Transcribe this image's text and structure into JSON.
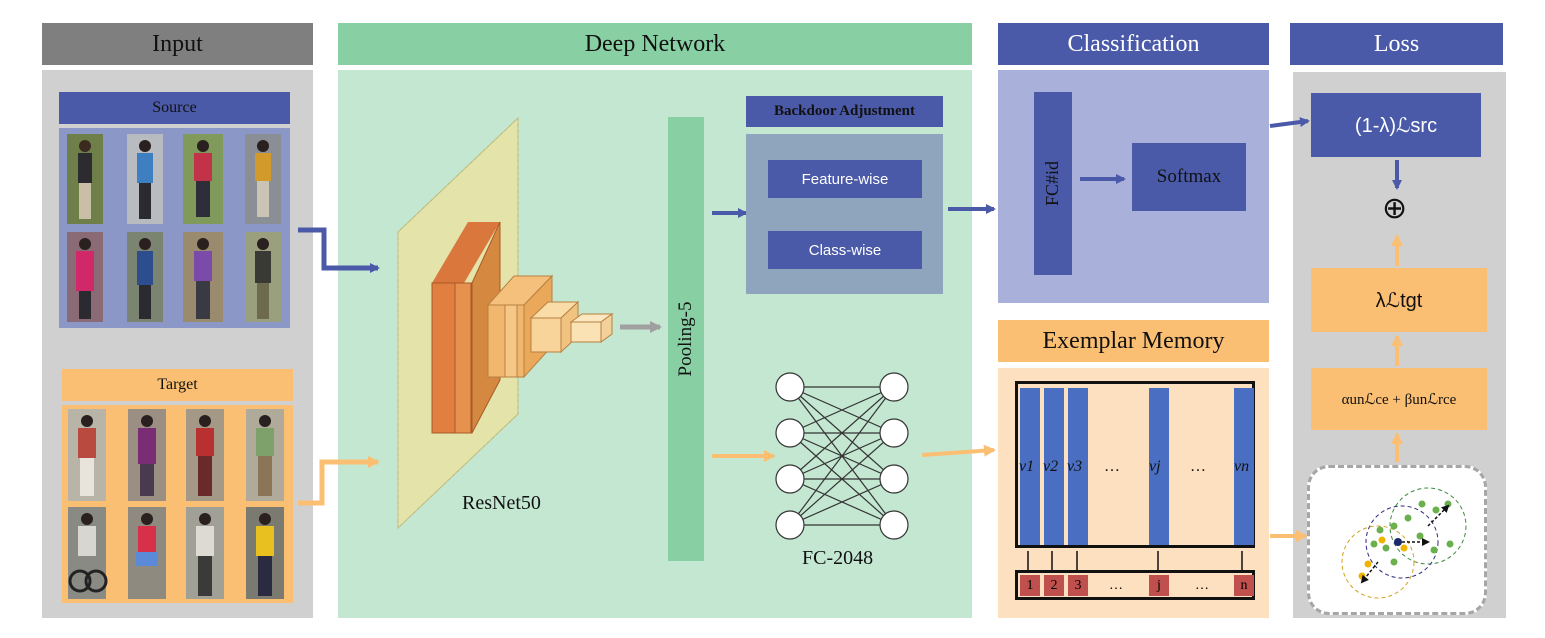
{
  "headers": {
    "input": "Input",
    "deep_network": "Deep Network",
    "classification": "Classification",
    "loss": "Loss",
    "exemplar_memory": "Exemplar Memory"
  },
  "input": {
    "source_label": "Source",
    "target_label": "Target"
  },
  "network": {
    "resnet_label": "ResNet50",
    "pooling_label": "Pooling-5",
    "fc_label": "FC-2048",
    "backdoor_title": "Backdoor Adjustment",
    "feature_wise": "Feature-wise",
    "class_wise": "Class-wise"
  },
  "classification": {
    "fc_id": "FC#id",
    "softmax": "Softmax"
  },
  "memory": {
    "slots": [
      "v1",
      "v2",
      "v3",
      "…",
      "vj",
      "…",
      "vn"
    ],
    "indices": [
      "1",
      "2",
      "3",
      "…",
      "j",
      "…",
      "n"
    ]
  },
  "loss": {
    "src_loss": "(1-λ)ℒsrc",
    "plus_symbol": "⊕",
    "tgt_loss": "λℒtgt",
    "un_loss": "αunℒce + βunℒrce"
  },
  "colors": {
    "blue": "#4a5aa8",
    "orange": "#fbbf73",
    "green_header": "#88d0a4",
    "arrow_gray": "#a0a0a0",
    "memory_index_red": "#c0504d"
  }
}
